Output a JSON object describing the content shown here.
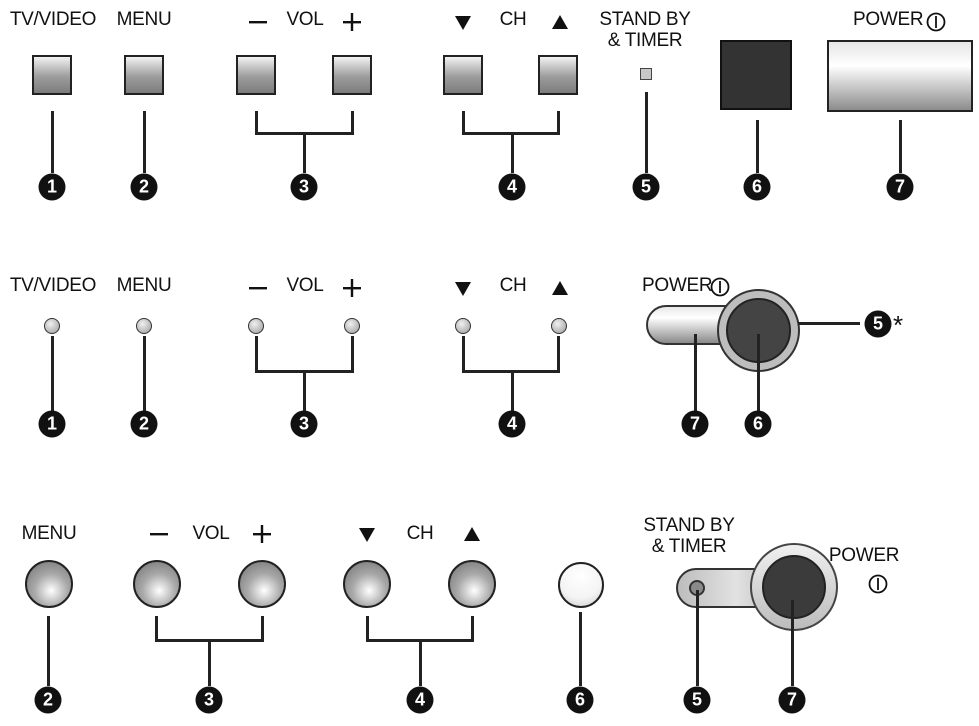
{
  "panel_a": {
    "labels": {
      "tv_video": "TV/VIDEO",
      "menu": "MENU",
      "vol": "VOL",
      "ch": "CH",
      "standby_line1": "STAND BY",
      "standby_line2": "& TIMER",
      "power": "POWER"
    },
    "numbers": [
      "1",
      "2",
      "3",
      "4",
      "5",
      "6",
      "7"
    ]
  },
  "panel_b": {
    "labels": {
      "tv_video": "TV/VIDEO",
      "menu": "MENU",
      "vol": "VOL",
      "ch": "CH",
      "power": "POWER"
    },
    "numbers": [
      "1",
      "2",
      "3",
      "4",
      "5",
      "6",
      "7"
    ],
    "asterisk": "*"
  },
  "panel_c": {
    "labels": {
      "menu": "MENU",
      "vol": "VOL",
      "ch": "CH",
      "standby_line1": "STAND BY",
      "standby_line2": "& TIMER",
      "power": "POWER"
    },
    "numbers": [
      "2",
      "3",
      "4",
      "6",
      "5",
      "7"
    ]
  },
  "icons": {
    "minus": "minus-icon",
    "plus": "plus-icon",
    "down": "triangle-down-icon",
    "up": "triangle-up-icon",
    "power": "power-icon"
  }
}
